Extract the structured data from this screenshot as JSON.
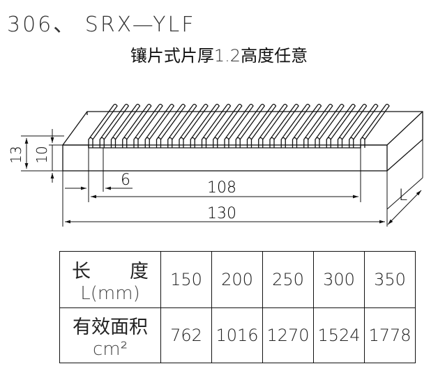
{
  "title": "306、 SRX—YLF",
  "subtitle": {
    "text": "镶片式片厚",
    "value": "1.2",
    "suffix": "高度任意"
  },
  "dimensions": {
    "height_outer": "13",
    "height_inner": "10",
    "edge": "6",
    "inner_length": "108",
    "total_length": "130",
    "depth": "L"
  },
  "table": {
    "row1": {
      "header_zh_a": "长",
      "header_zh_b": "度",
      "header_unit": "L(mm)",
      "values": [
        "150",
        "200",
        "250",
        "300",
        "350"
      ]
    },
    "row2": {
      "header_zh": "有效面积",
      "header_unit": "cm²",
      "values": [
        "762",
        "1016",
        "1270",
        "1524",
        "1778"
      ]
    }
  }
}
